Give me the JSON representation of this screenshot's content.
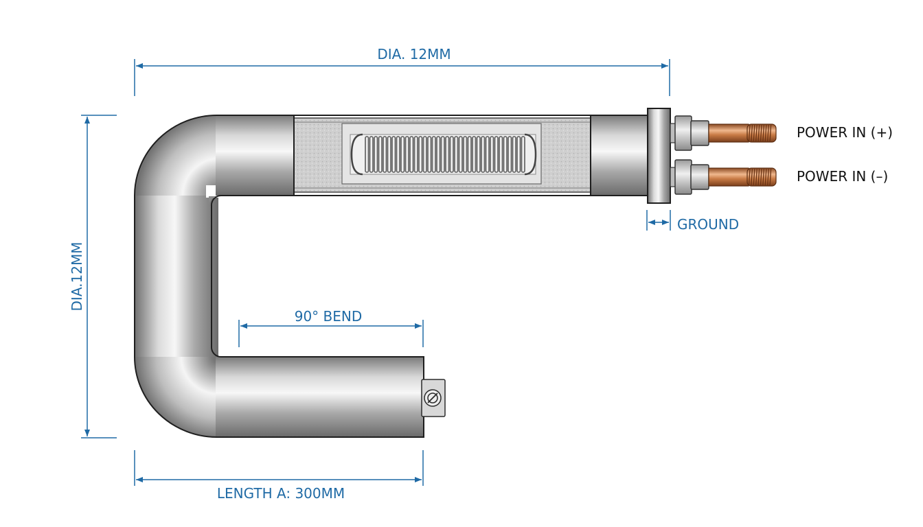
{
  "colors": {
    "dimension": "#1f6aa5",
    "label": "#111111",
    "metal_dark": "#6f6f6f",
    "metal_light": "#f2f2f2",
    "copper": "#c87b45"
  },
  "dimensions": {
    "top": "DIA. 12MM",
    "left": "DIA.12MM",
    "bend": "90° BEND",
    "bottom": "LENGTH A: 300MM",
    "ground": "GROUND"
  },
  "labels": {
    "power_positive": "POWER IN (+)",
    "power_negative": "POWER IN (–)"
  }
}
